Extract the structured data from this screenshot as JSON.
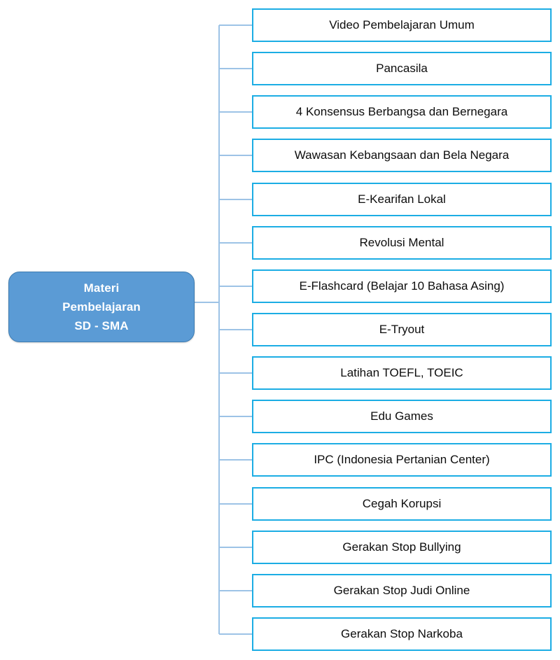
{
  "diagram": {
    "type": "mind-map",
    "orientation": "left-root-right-children",
    "root": {
      "label": "Materi\nPembelajaran\nSD - SMA",
      "fill_color": "#5B9BD5",
      "border_color": "#3E7CB1",
      "text_color": "#FFFFFF"
    },
    "branch": {
      "line_color": "#9DC3E6",
      "leaf_border_color": "#1CADE4",
      "leaf_fill_color": "#FFFFFF",
      "leaf_text_color": "#0D0D0D"
    },
    "children": [
      {
        "label": "Video Pembelajaran Umum"
      },
      {
        "label": "Pancasila"
      },
      {
        "label": "4 Konsensus Berbangsa dan Bernegara"
      },
      {
        "label": "Wawasan Kebangsaan dan Bela Negara"
      },
      {
        "label": "E-Kearifan Lokal"
      },
      {
        "label": "Revolusi Mental"
      },
      {
        "label": "E-Flashcard (Belajar 10 Bahasa Asing)"
      },
      {
        "label": "E-Tryout"
      },
      {
        "label": "Latihan TOEFL, TOEIC"
      },
      {
        "label": "Edu Games"
      },
      {
        "label": "IPC (Indonesia Pertanian Center)"
      },
      {
        "label": "Cegah Korupsi"
      },
      {
        "label": "Gerakan Stop Bullying"
      },
      {
        "label": "Gerakan Stop Judi Online"
      },
      {
        "label": "Gerakan Stop Narkoba"
      }
    ]
  }
}
